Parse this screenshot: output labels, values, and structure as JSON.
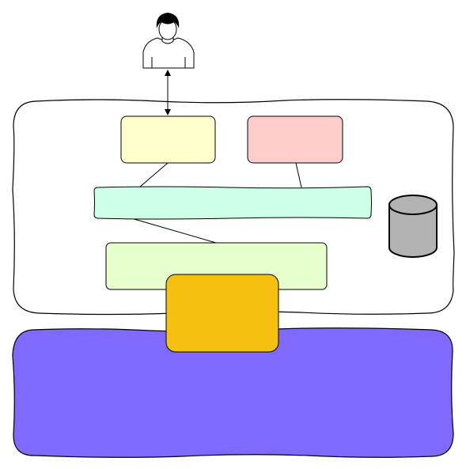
{
  "colors": {
    "background": "#ffffff",
    "outline": "#000000",
    "outer_container_fill": "#ffffff",
    "top_left_box": "#ffffcc",
    "top_right_box": "#ffcccc",
    "middle_bar": "#ccffe6",
    "lower_box": "#e6ffcc",
    "highlight_box": "#f5c010",
    "bottom_panel": "#8069ff",
    "database": "#b3b3b3"
  },
  "icons": {
    "user": "user-icon",
    "database": "database-icon"
  },
  "connections": [
    {
      "from": "user-icon",
      "to": "top-left-box",
      "arrows": "both"
    },
    {
      "from": "top-left-box",
      "to": "middle-bar",
      "arrows": "none"
    },
    {
      "from": "top-right-box",
      "to": "middle-bar",
      "arrows": "none"
    },
    {
      "from": "middle-bar",
      "to": "lower-box",
      "arrows": "none"
    }
  ]
}
